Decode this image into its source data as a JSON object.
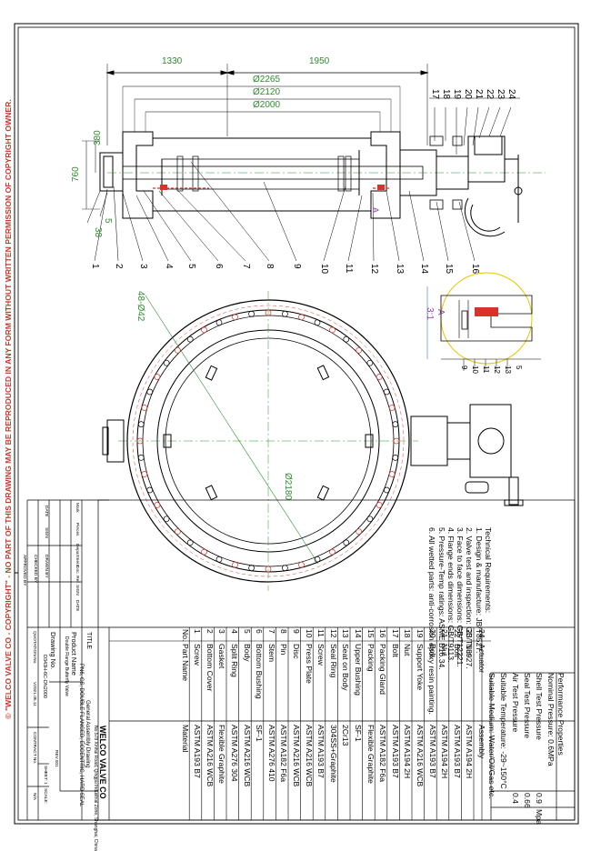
{
  "copyright": "© \"WELCO VALVE CO - COPYRIGHT\" - NO PART OF THIS DRAWING MAY BE REPRODUCED IN ANY FORM WITHOUT WRITTEN PERMISSION OF COPYRIGHT OWNER.",
  "dimensions": {
    "d1330": "1330",
    "d1950": "1950",
    "d2265": "Ø2265",
    "d2120": "Ø2120",
    "d2000": "Ø2000",
    "d380": "380",
    "d760": "760",
    "d38": "38",
    "d5": "5",
    "holes": "48-Ø42",
    "d2180": "Ø2180"
  },
  "balloons_left": [
    "1",
    "2",
    "3",
    "4",
    "5",
    "6",
    "7",
    "8",
    "9",
    "10",
    "11",
    "12",
    "13",
    "14",
    "15",
    "16"
  ],
  "balloons_top": [
    "17",
    "18",
    "19",
    "20",
    "21",
    "22",
    "23",
    "24"
  ],
  "detail": {
    "label": "A",
    "scale": "3:1",
    "balloons": [
      "9",
      "10",
      "11",
      "12",
      "13",
      "5"
    ],
    "marker": "A"
  },
  "colors": {
    "line": "#000000",
    "hidden": "#d9322b",
    "center": "#2e8b2e",
    "section": "#4169e1",
    "detail": "#e0c800"
  },
  "tech_requirements": {
    "title": "Technical Requirements:",
    "items": [
      "1. Design & manufacture: JB/T8527.",
      "2. Valve test and inspection: GB/T13927.",
      "3. Face to face dimensions: GB/T12221.",
      "4. Flange ends dimensions: GB/T9113.",
      "5. Pressure-Temp ratings: ASME B16.34.",
      "6. All wetted parts: anti-corrosion epoxy resin painting."
    ]
  },
  "performance": {
    "title": "Performance Properties",
    "rows": [
      {
        "label": "Nominal Pressure: 0.6MPa",
        "value": "",
        "unit": ""
      },
      {
        "label": "Shell Test Pressure",
        "value": "0.9",
        "unit": "Mpa"
      },
      {
        "label": "Seal Test Pressure",
        "value": "0.66",
        "unit": ""
      },
      {
        "label": "Air Test Pressure",
        "value": "0.4",
        "unit": ""
      },
      {
        "label": "Suitable Temperature: -29~150°C",
        "value": "",
        "unit": ""
      },
      {
        "label": "Suitable Medium: Water/Oil/Gas etc.",
        "value": "",
        "unit": ""
      }
    ]
  },
  "bom": {
    "headers": {
      "no": "No.",
      "name": "Part Name",
      "material": "Material"
    },
    "rows": [
      {
        "no": "24",
        "name": "Actuator",
        "material": "Assembly"
      },
      {
        "no": "23",
        "name": "Nut",
        "material": "ASTM A194 2H"
      },
      {
        "no": "22",
        "name": "Bolt",
        "material": "ASTM A193 B7"
      },
      {
        "no": "21",
        "name": "Nut",
        "material": "ASTM A194 2H"
      },
      {
        "no": "20",
        "name": "Bolt",
        "material": "ASTM A193 B7"
      },
      {
        "no": "19",
        "name": "Support Yoke",
        "material": "ASTM A216 WCB"
      },
      {
        "no": "18",
        "name": "Nut",
        "material": "ASTM A194 2H"
      },
      {
        "no": "17",
        "name": "Bolt",
        "material": "ASTM A193 B7"
      },
      {
        "no": "16",
        "name": "Packing Gland",
        "material": "ASTM A182 F6a"
      },
      {
        "no": "15",
        "name": "Packing",
        "material": "Flexible Graphite"
      },
      {
        "no": "14",
        "name": "Upper Bushing",
        "material": "SF-1"
      },
      {
        "no": "13",
        "name": "Seat on Body",
        "material": "2Cr13"
      },
      {
        "no": "12",
        "name": "Seal Ring",
        "material": "304SS+Graphite"
      },
      {
        "no": "11",
        "name": "Screw",
        "material": "ASTM A193 B7"
      },
      {
        "no": "10",
        "name": "Press Plate",
        "material": "ASTM A216 WCB"
      },
      {
        "no": "9",
        "name": "Disc",
        "material": "ASTM A216 WCB"
      },
      {
        "no": "8",
        "name": "Pin",
        "material": "ASTM A182 F6a"
      },
      {
        "no": "7",
        "name": "Stem",
        "material": "ASTM A276 410"
      },
      {
        "no": "6",
        "name": "Bottom Bushing",
        "material": "SF-1"
      },
      {
        "no": "5",
        "name": "Body",
        "material": "ASTM A216 WCB"
      },
      {
        "no": "4",
        "name": "Split Ring",
        "material": "ASTM A276 304"
      },
      {
        "no": "3",
        "name": "Gasket",
        "material": "Flexible Graphite"
      },
      {
        "no": "2",
        "name": "Bottom Cover",
        "material": "ASTM A216 WCB"
      },
      {
        "no": "1",
        "name": "Screw",
        "material": "ASTM A193 B7"
      }
    ]
  },
  "title_block": {
    "company": "WELCO VALVE CO",
    "address": "No.578 Xinhui Road, Qingpu Industrial Zone, Shanghai, China",
    "title_label": "TITLE",
    "title_line1": "General Assembly Drawing",
    "title_line2": "PN6, CS, DOUBLE FLANGED, ECCENTRIC, HARD SEAL",
    "product_label": "Product Name",
    "product_name": "Double Flange Butterfly Valve",
    "drawing_label": "Drawing No.",
    "drawing_no": "D343H-6C-DN2000",
    "rev_label": "REV.001",
    "sheet_label": "SHEET: 1",
    "scale_label": "SCALE:",
    "scale_value": "N/A",
    "quotation_label": "QUOTATION No.",
    "quotation_value": "V2021.05.11",
    "contract_label": "CONTRACT No.",
    "mark_cols": [
      "Mark",
      "Pieces",
      "Department",
      "Doc. Ref.",
      "SIGN",
      "DATE"
    ],
    "sign_rows": [
      {
        "label": "DRAWN BY",
        "sign": "SIGN",
        "date": "DATE"
      },
      {
        "label": "CHECKED BY",
        "sign": "",
        "date": ""
      },
      {
        "label": "APPROVED BY",
        "sign": "",
        "date": ""
      }
    ]
  }
}
